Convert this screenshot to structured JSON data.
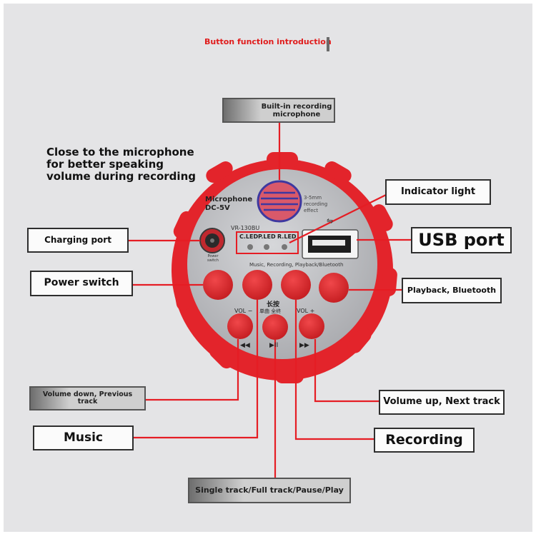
{
  "title": "Button function introduction",
  "note": "Close to the microphone for better speaking volume during recording",
  "device": {
    "mic_label": "Microphone",
    "dc_label": "DC-5V",
    "effect_label": "3-5mm recording effect",
    "model": "VR-130BU",
    "led_labels": [
      "C.LED",
      "P.LED",
      "R.LED"
    ],
    "power_small": "Power switch",
    "mode_text": "Music, Recording, Playback/Bluetooth",
    "long_press": "长按",
    "vol_minus": "VOL −",
    "single_full": "单曲 全终",
    "vol_plus": "VOL +",
    "prev_symbol": "◀◀",
    "play_symbol": "▶II",
    "next_symbol": "▶▶",
    "usb_symbol": "⇋"
  },
  "labels": {
    "builtin_mic": "Built-in recording microphone",
    "indicator": "Indicator light",
    "charging": "Charging port",
    "usb": "USB port",
    "power": "Power switch",
    "playback_bt": "Playback, Bluetooth",
    "vol_down": "Volume down, Previous track",
    "vol_up": "Volume up, Next track",
    "music": "Music",
    "recording": "Recording",
    "single": "Single track/Full track/Pause/Play"
  },
  "colors": {
    "background": "#e4e4e6",
    "device_red": "#e3242b",
    "button_red": "#e22a2e",
    "faceplate": "#c5c6ca",
    "wire": "#e51d24",
    "title_red": "#e01b1b"
  }
}
